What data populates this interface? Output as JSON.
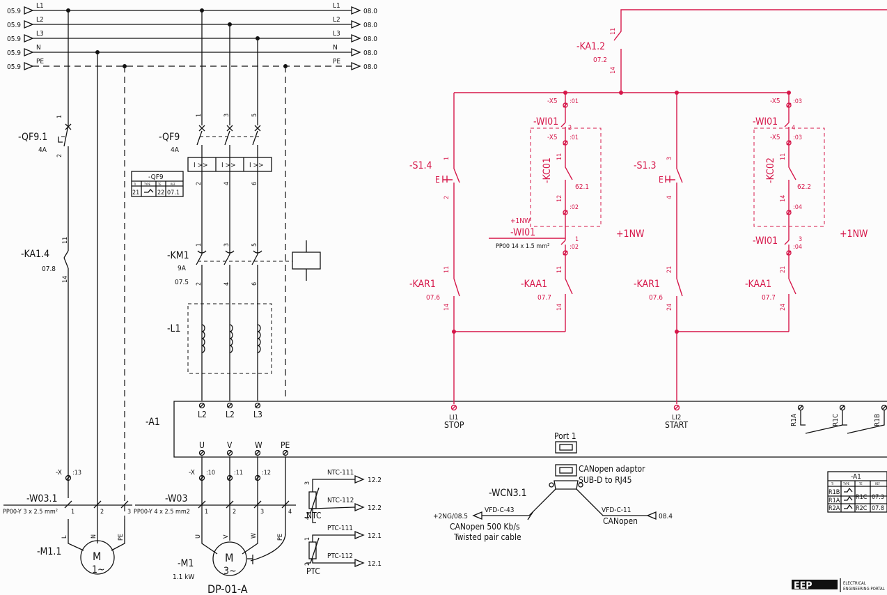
{
  "colors": {
    "black_circuit": "#111111",
    "control_circuit": "#d6174a",
    "background": "#fcfcfc"
  },
  "supply": {
    "left_refs": [
      "05.9",
      "05.9",
      "05.9",
      "05.9",
      "05.9"
    ],
    "left_names": [
      "L1",
      "L2",
      "L3",
      "N",
      "PE"
    ],
    "right_names": [
      "L1",
      "L2",
      "L3",
      "N",
      "PE"
    ],
    "right_refs": [
      "08.0",
      "08.0",
      "08.0",
      "08.0",
      "08.0"
    ]
  },
  "breaker_qf91": {
    "tag": "-QF9.1",
    "rating": "4A",
    "t1": "1",
    "t2": "2"
  },
  "breaker_qf9": {
    "tag": "-QF9",
    "rating": "4A",
    "t1": "1",
    "t3": "3",
    "t5": "5",
    "t2": "2",
    "t4": "4",
    "t6": "6",
    "trip": "I >>"
  },
  "qf9_table": {
    "title": "-QF9",
    "h1": "TI",
    "h2": "TYPE",
    "h3": "TE",
    "h4": "REF",
    "v1": "21",
    "v3": "22",
    "v4": "07.1"
  },
  "ka14": {
    "tag": "-KA1.4",
    "ref": "07.8",
    "t1": "11",
    "t2": "14"
  },
  "km1": {
    "tag": "-KM1",
    "rating": "9A",
    "ref": "07.5",
    "t1": "1",
    "t3": "3",
    "t5": "5",
    "t2": "2",
    "t4": "4",
    "t6": "6"
  },
  "reactor": {
    "tag": "-L1"
  },
  "drive": {
    "tag": "-A1",
    "in_terms": [
      "L2",
      "L2",
      "L3"
    ],
    "out_terms": [
      "U",
      "V",
      "W",
      "PE"
    ],
    "li1": "LI1",
    "li1_label": "STOP",
    "li2": "LI2",
    "li2_label": "START",
    "relay_terms": [
      "R1A",
      "R1C",
      "R1B"
    ]
  },
  "terminal_x": {
    "tag": "-X",
    "t1": ":13",
    "t2": ":10",
    "t3": ":11",
    "t4": ":12"
  },
  "cable_w031": {
    "tag": "-W03.1",
    "spec": "PP00-Y 3 x 2.5 mm²",
    "c1": "1",
    "c2": "2",
    "c3": "3"
  },
  "cable_w03": {
    "tag": "-W03",
    "spec": "PP00-Y 4 x 2.5 mm2",
    "c1": "1",
    "c2": "2",
    "c3": "3",
    "c4": "4"
  },
  "motor1": {
    "tag": "-M1.1",
    "m": "M",
    "type": "1~",
    "t1": "L",
    "t2": "N",
    "t3": "PE"
  },
  "motor2": {
    "tag": "-M1",
    "power": "1.1 kW",
    "m": "M",
    "type": "3~",
    "model": "DP-01-A",
    "t1": "U",
    "t2": "V",
    "t3": "W",
    "t4": "PE"
  },
  "sensors": {
    "ntc1": "NTC-111",
    "ntc1_ref": "12.2",
    "ntc2": "NTC-112",
    "ntc2_ref": "12.2",
    "ntc": "NTC",
    "ntc_t3": "3",
    "ntc_t4": "4",
    "ptc1": "PTC-111",
    "ptc1_ref": "12.1",
    "ptc2": "PTC-112",
    "ptc2_ref": "12.1",
    "ptc": "PTC",
    "ptc_t1": "1",
    "ptc_t2": "2"
  },
  "canopen": {
    "port": "Port 1",
    "adaptor1": "CANopen adaptor",
    "adaptor2": "SUB-D to RJ45",
    "cable": "-WCN3.1",
    "vfd43": "VFD-C-43",
    "ref43": "+2NG/08.5",
    "vfd11": "VFD-C-11",
    "ref11": "08.4",
    "canopen": "CANopen",
    "desc1": "CANopen 500 Kb/s",
    "desc2": "Twisted pair cable"
  },
  "a1_table": {
    "title": "-A1",
    "h1": "TI",
    "h2": "TYPE",
    "h3": "TE",
    "h4": "REF",
    "r1": "R1B",
    "r2": "R1A",
    "mid": "R1C",
    "ref1": "07.3",
    "r2c": "R2C",
    "ref2": "07.8",
    "r2a": "R2A"
  },
  "control": {
    "ka12": "-KA1.2",
    "ka12_ref": "07.2",
    "ka12_t1": "11",
    "ka12_t2": "14",
    "x5": "-X5",
    "x5_01": ":01",
    "x5_03": ":03",
    "w101": "-WI01",
    "w101_c2": "2",
    "w101_c4": "4",
    "w101_c1": "1",
    "w101_c3": "3",
    "nw": "+1NW",
    "nw_left": "+1NW",
    "w101_cable_spec": "PP00 14 x 1.5 mm²",
    "kc01": "-KC01",
    "kc01_ref": "62.1",
    "kc02": "-KC02",
    "kc02_ref": "62.2",
    "t11": "11",
    "t12": "12",
    "t14": "14",
    "t02": ":02",
    "t04": ":04",
    "s14": "-S1.4",
    "s13": "-S1.3",
    "e": "E",
    "s_t1": "1",
    "s_t2": "2",
    "s_t3": "3",
    "s_t4": "4",
    "kar1": "-KAR1",
    "kar1_ref": "07.6",
    "kaa1": "-KAA1",
    "kaa1_ref": "07.7",
    "t21": "21",
    "t24": "24"
  },
  "logo": {
    "text": "EEP",
    "line1": "ELECTRICAL",
    "line2": "ENGINEERING PORTAL"
  }
}
